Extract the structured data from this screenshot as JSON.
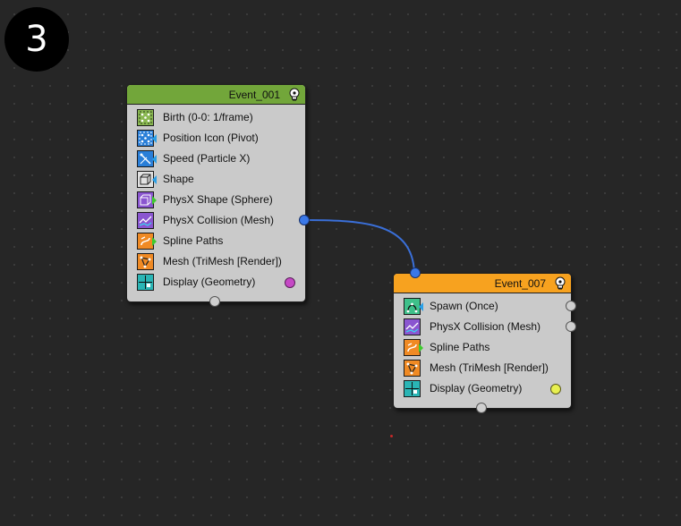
{
  "step_badge": "3",
  "colors": {
    "canvas_bg": "#262626",
    "event_001_header": "#72a63a",
    "event_007_header": "#f7a21f",
    "node_body": "#cacaca",
    "wire": "#3a6fd8",
    "display_port_event_001": "#c548c5",
    "display_port_event_007": "#e8f050"
  },
  "nodes": [
    {
      "title": "Event_001",
      "operators": [
        {
          "label": "Birth (0-0: 1/frame)",
          "icon": "birth-icon"
        },
        {
          "label": "Position Icon (Pivot)",
          "icon": "position-icon"
        },
        {
          "label": "Speed (Particle X)",
          "icon": "speed-icon"
        },
        {
          "label": "Shape",
          "icon": "shape-icon"
        },
        {
          "label": "PhysX Shape (Sphere)",
          "icon": "physx-shape-icon"
        },
        {
          "label": "PhysX Collision (Mesh)",
          "icon": "physx-collision-icon"
        },
        {
          "label": "Spline Paths",
          "icon": "spline-paths-icon"
        },
        {
          "label": "Mesh (TriMesh [Render])",
          "icon": "mesh-icon"
        },
        {
          "label": "Display (Geometry)",
          "icon": "display-icon"
        }
      ]
    },
    {
      "title": "Event_007",
      "operators": [
        {
          "label": "Spawn (Once)",
          "icon": "spawn-icon"
        },
        {
          "label": "PhysX Collision (Mesh)",
          "icon": "physx-collision-icon"
        },
        {
          "label": "Spline Paths",
          "icon": "spline-paths-icon"
        },
        {
          "label": "Mesh (TriMesh [Render])",
          "icon": "mesh-icon"
        },
        {
          "label": "Display (Geometry)",
          "icon": "display-icon"
        }
      ]
    }
  ]
}
